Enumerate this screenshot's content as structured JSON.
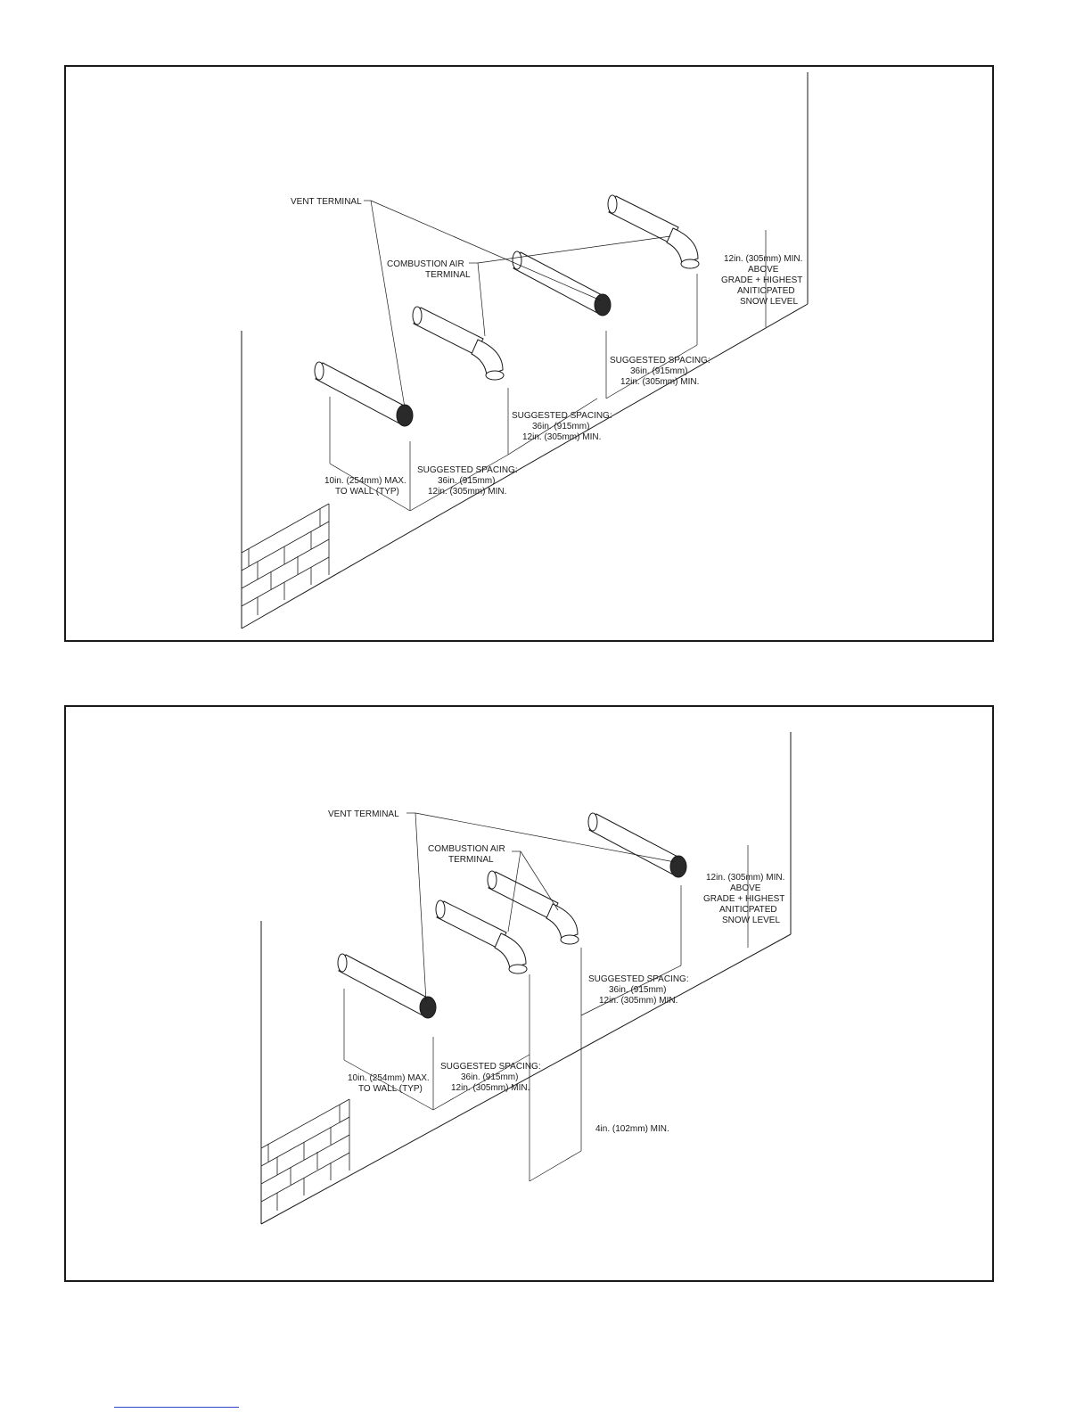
{
  "diagrams": [
    {
      "id": "top",
      "labels": {
        "vent_terminal": "VENT TERMINAL",
        "combustion_air_1": "COMBUSTION AIR",
        "combustion_air_2": "TERMINAL",
        "wall_dist_1": "10in. (254mm) MAX.",
        "wall_dist_2": "TO WALL (TYP)",
        "spacing_a_1": "SUGGESTED SPACING:",
        "spacing_a_2": "36in. (915mm)",
        "spacing_a_3": "12in. (305mm) MIN.",
        "spacing_b_1": "SUGGESTED SPACING:",
        "spacing_b_2": "36in. (915mm)",
        "spacing_b_3": "12in. (305mm) MIN.",
        "spacing_c_1": "SUGGESTED SPACING:",
        "spacing_c_2": "36in. (915mm)",
        "spacing_c_3": "12in. (305mm) MIN.",
        "grade_1": "12in. (305mm) MIN.",
        "grade_2": "ABOVE",
        "grade_3": "GRADE + HIGHEST",
        "grade_4": "ANITICPATED",
        "grade_5": "SNOW LEVEL"
      }
    },
    {
      "id": "bottom",
      "labels": {
        "vent_terminal": "VENT TERMINAL",
        "combustion_air_1": "COMBUSTION AIR",
        "combustion_air_2": "TERMINAL",
        "wall_dist_1": "10in. (254mm) MAX.",
        "wall_dist_2": "TO WALL (TYP)",
        "spacing_a_1": "SUGGESTED SPACING:",
        "spacing_a_2": "36in. (915mm)",
        "spacing_a_3": "12in. (305mm) MIN.",
        "spacing_b_1": "SUGGESTED SPACING:",
        "spacing_b_2": "36in. (915mm)",
        "spacing_b_3": "12in. (305mm) MIN.",
        "min_4in": "4in. (102mm) MIN.",
        "grade_1": "12in. (305mm) MIN.",
        "grade_2": "ABOVE",
        "grade_3": "GRADE + HIGHEST",
        "grade_4": "ANITICPATED",
        "grade_5": "SNOW LEVEL"
      }
    }
  ]
}
